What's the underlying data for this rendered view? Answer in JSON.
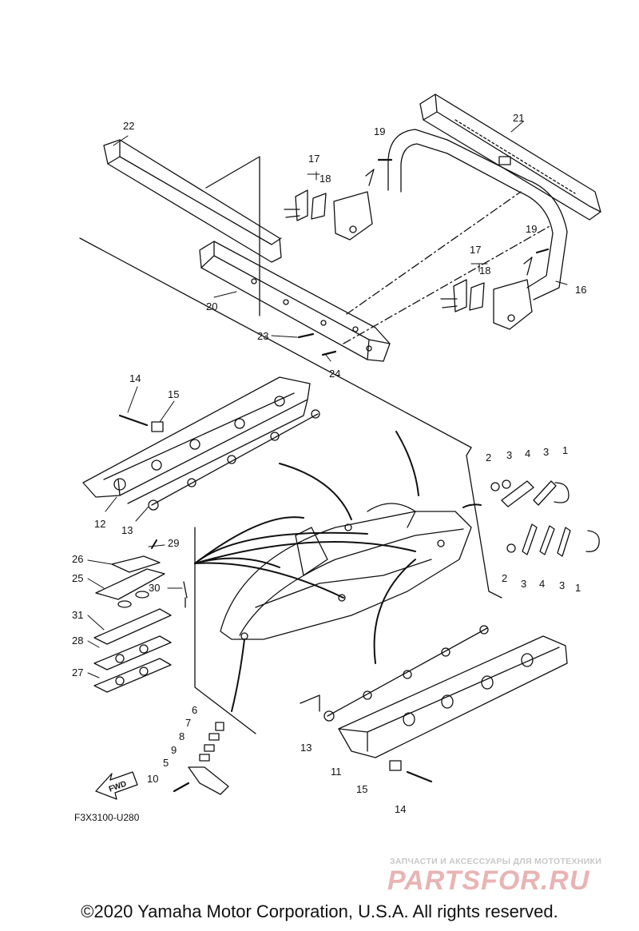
{
  "diagram": {
    "code": "F3X3100-U280",
    "copyright": "©2020 Yamaha Motor Corporation, U.S.A. All rights reserved.",
    "watermark": {
      "tagline": "ЗАПЧАСТИ И АКСЕССУАРЫ ДЛЯ МОТОТЕХНИКИ",
      "logo": "PARTSFOR.RU"
    },
    "fwd_label": "FWD",
    "callouts": {
      "c1a": "1",
      "c1b": "1",
      "c2a": "2",
      "c2b": "2",
      "c3a": "3",
      "c3b": "3",
      "c3c": "3",
      "c3d": "3",
      "c4a": "4",
      "c4b": "4",
      "c5": "5",
      "c6": "6",
      "c7": "7",
      "c8": "8",
      "c9": "9",
      "c10": "10",
      "c11": "11",
      "c12": "12",
      "c13a": "13",
      "c13b": "13",
      "c14a": "14",
      "c14b": "14",
      "c15a": "15",
      "c15b": "15",
      "c16": "16",
      "c17a": "17",
      "c17b": "17",
      "c18a": "18",
      "c18b": "18",
      "c19a": "19",
      "c19b": "19",
      "c20": "20",
      "c21": "21",
      "c22": "22",
      "c23": "23",
      "c24": "24",
      "c25": "25",
      "c26": "26",
      "c27": "27",
      "c28": "28",
      "c29": "29",
      "c30": "30",
      "c31": "31"
    },
    "colors": {
      "line": "#111111",
      "watermark_logo": "#e9b4b4",
      "watermark_text": "#c8c8c8"
    }
  }
}
